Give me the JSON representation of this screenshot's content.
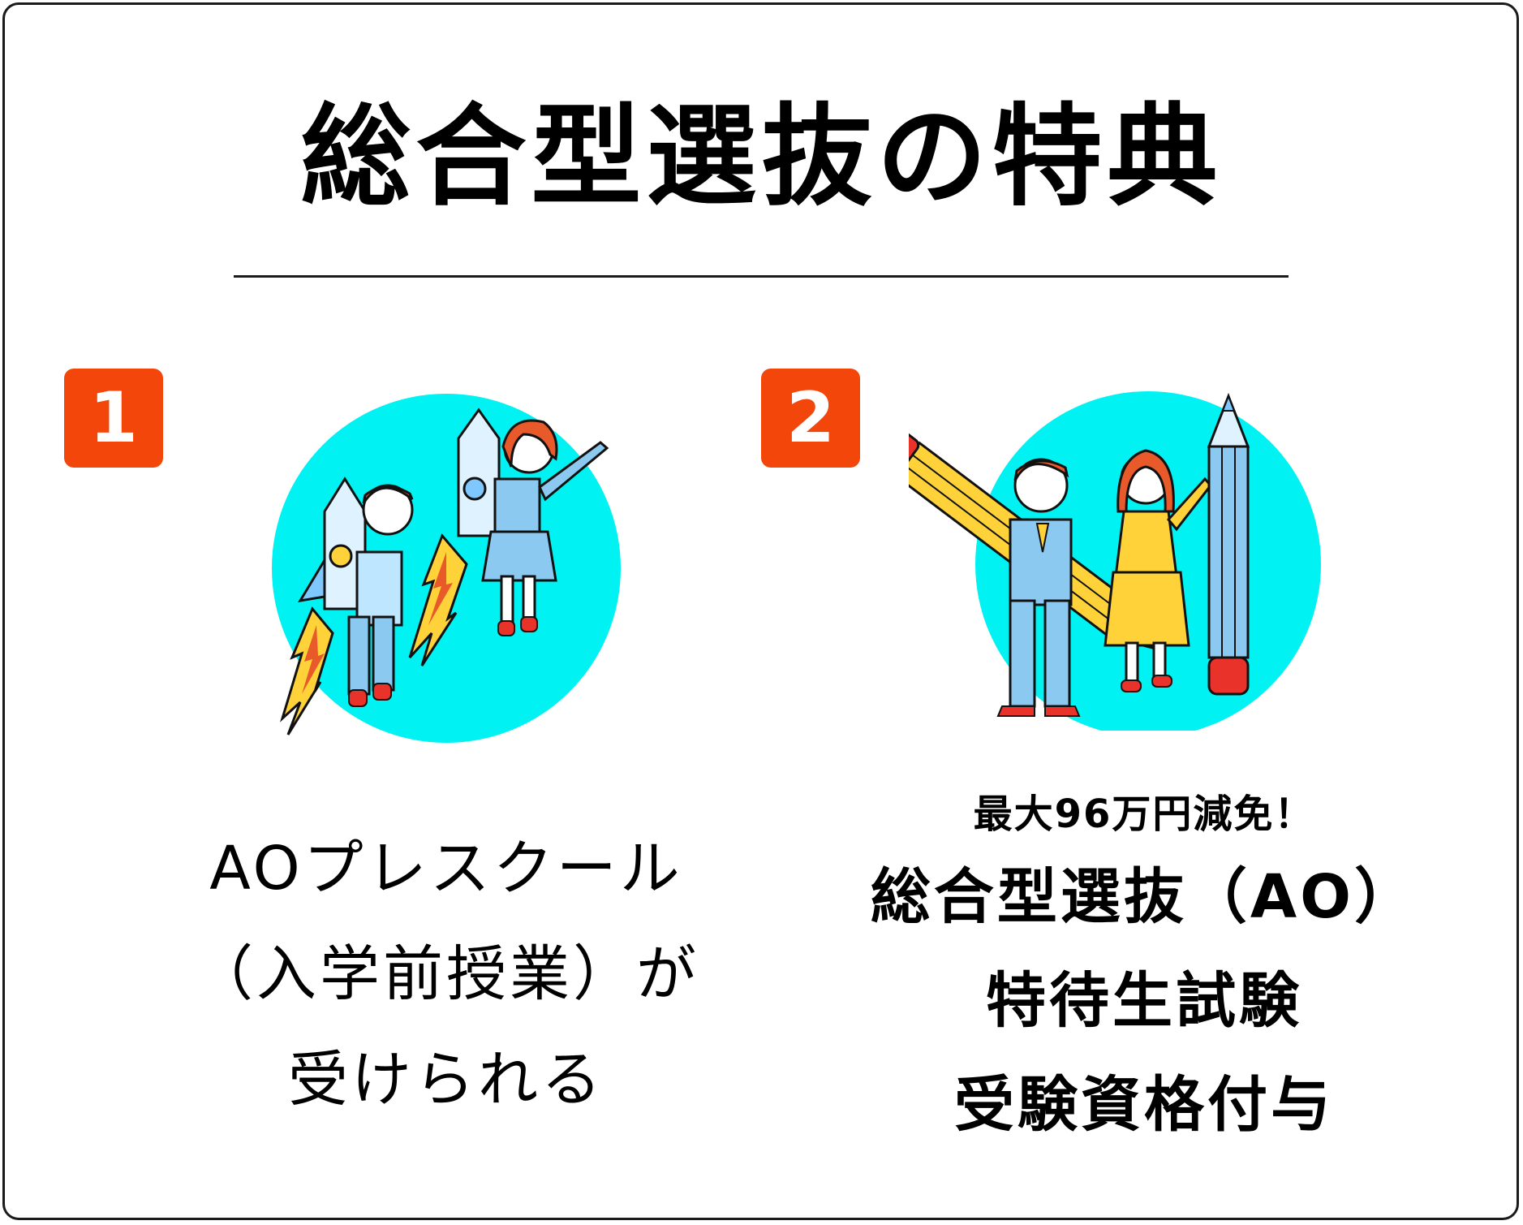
{
  "title": "総合型選抜の特典",
  "benefits": [
    {
      "number": "1",
      "illustration": "students-rocket-jetpacks-icon",
      "lines": [
        "AOプレスクール",
        "（入学前授業）が",
        "受けられる"
      ]
    },
    {
      "number": "2",
      "illustration": "students-giant-pencils-icon",
      "highlight": "最大96万円減免！",
      "lines": [
        "総合型選抜（AO）",
        "特待生試験",
        "受験資格付与"
      ]
    }
  ],
  "colors": {
    "badge": "#f2460a",
    "circle": "#00f2f2",
    "border": "#1a1a1a"
  }
}
